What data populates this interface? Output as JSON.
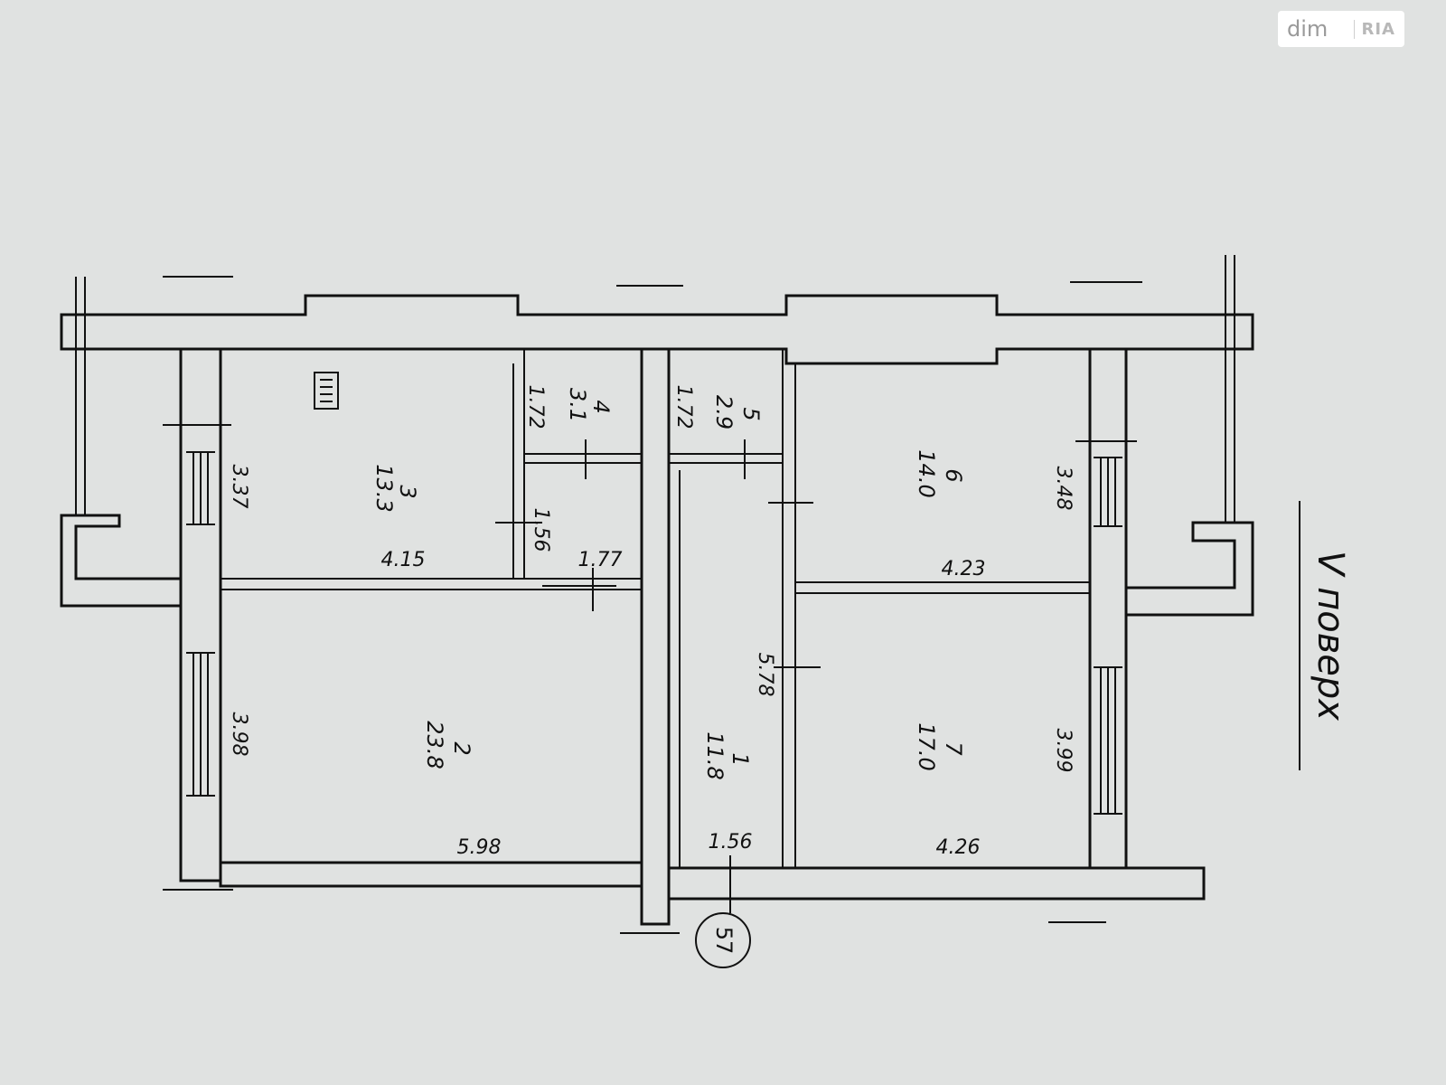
{
  "watermark": {
    "brand": "dim",
    "brand_suffix": "RIA"
  },
  "floor_label": "V поверх",
  "apartment_number": "57",
  "rooms": [
    {
      "number": "1",
      "area": "11.8"
    },
    {
      "number": "2",
      "area": "23.8"
    },
    {
      "number": "3",
      "area": "13.3"
    },
    {
      "number": "4",
      "area": "3.1"
    },
    {
      "number": "5",
      "area": "2.9"
    },
    {
      "number": "6",
      "area": "14.0"
    },
    {
      "number": "7",
      "area": "17.0"
    }
  ],
  "dimensions": [
    "3.37",
    "4.15",
    "1.72",
    "1.56",
    "1.77",
    "1.72",
    "3.48",
    "4.23",
    "3.98",
    "5.98",
    "5.78",
    "1.56",
    "3.99",
    "4.26"
  ]
}
